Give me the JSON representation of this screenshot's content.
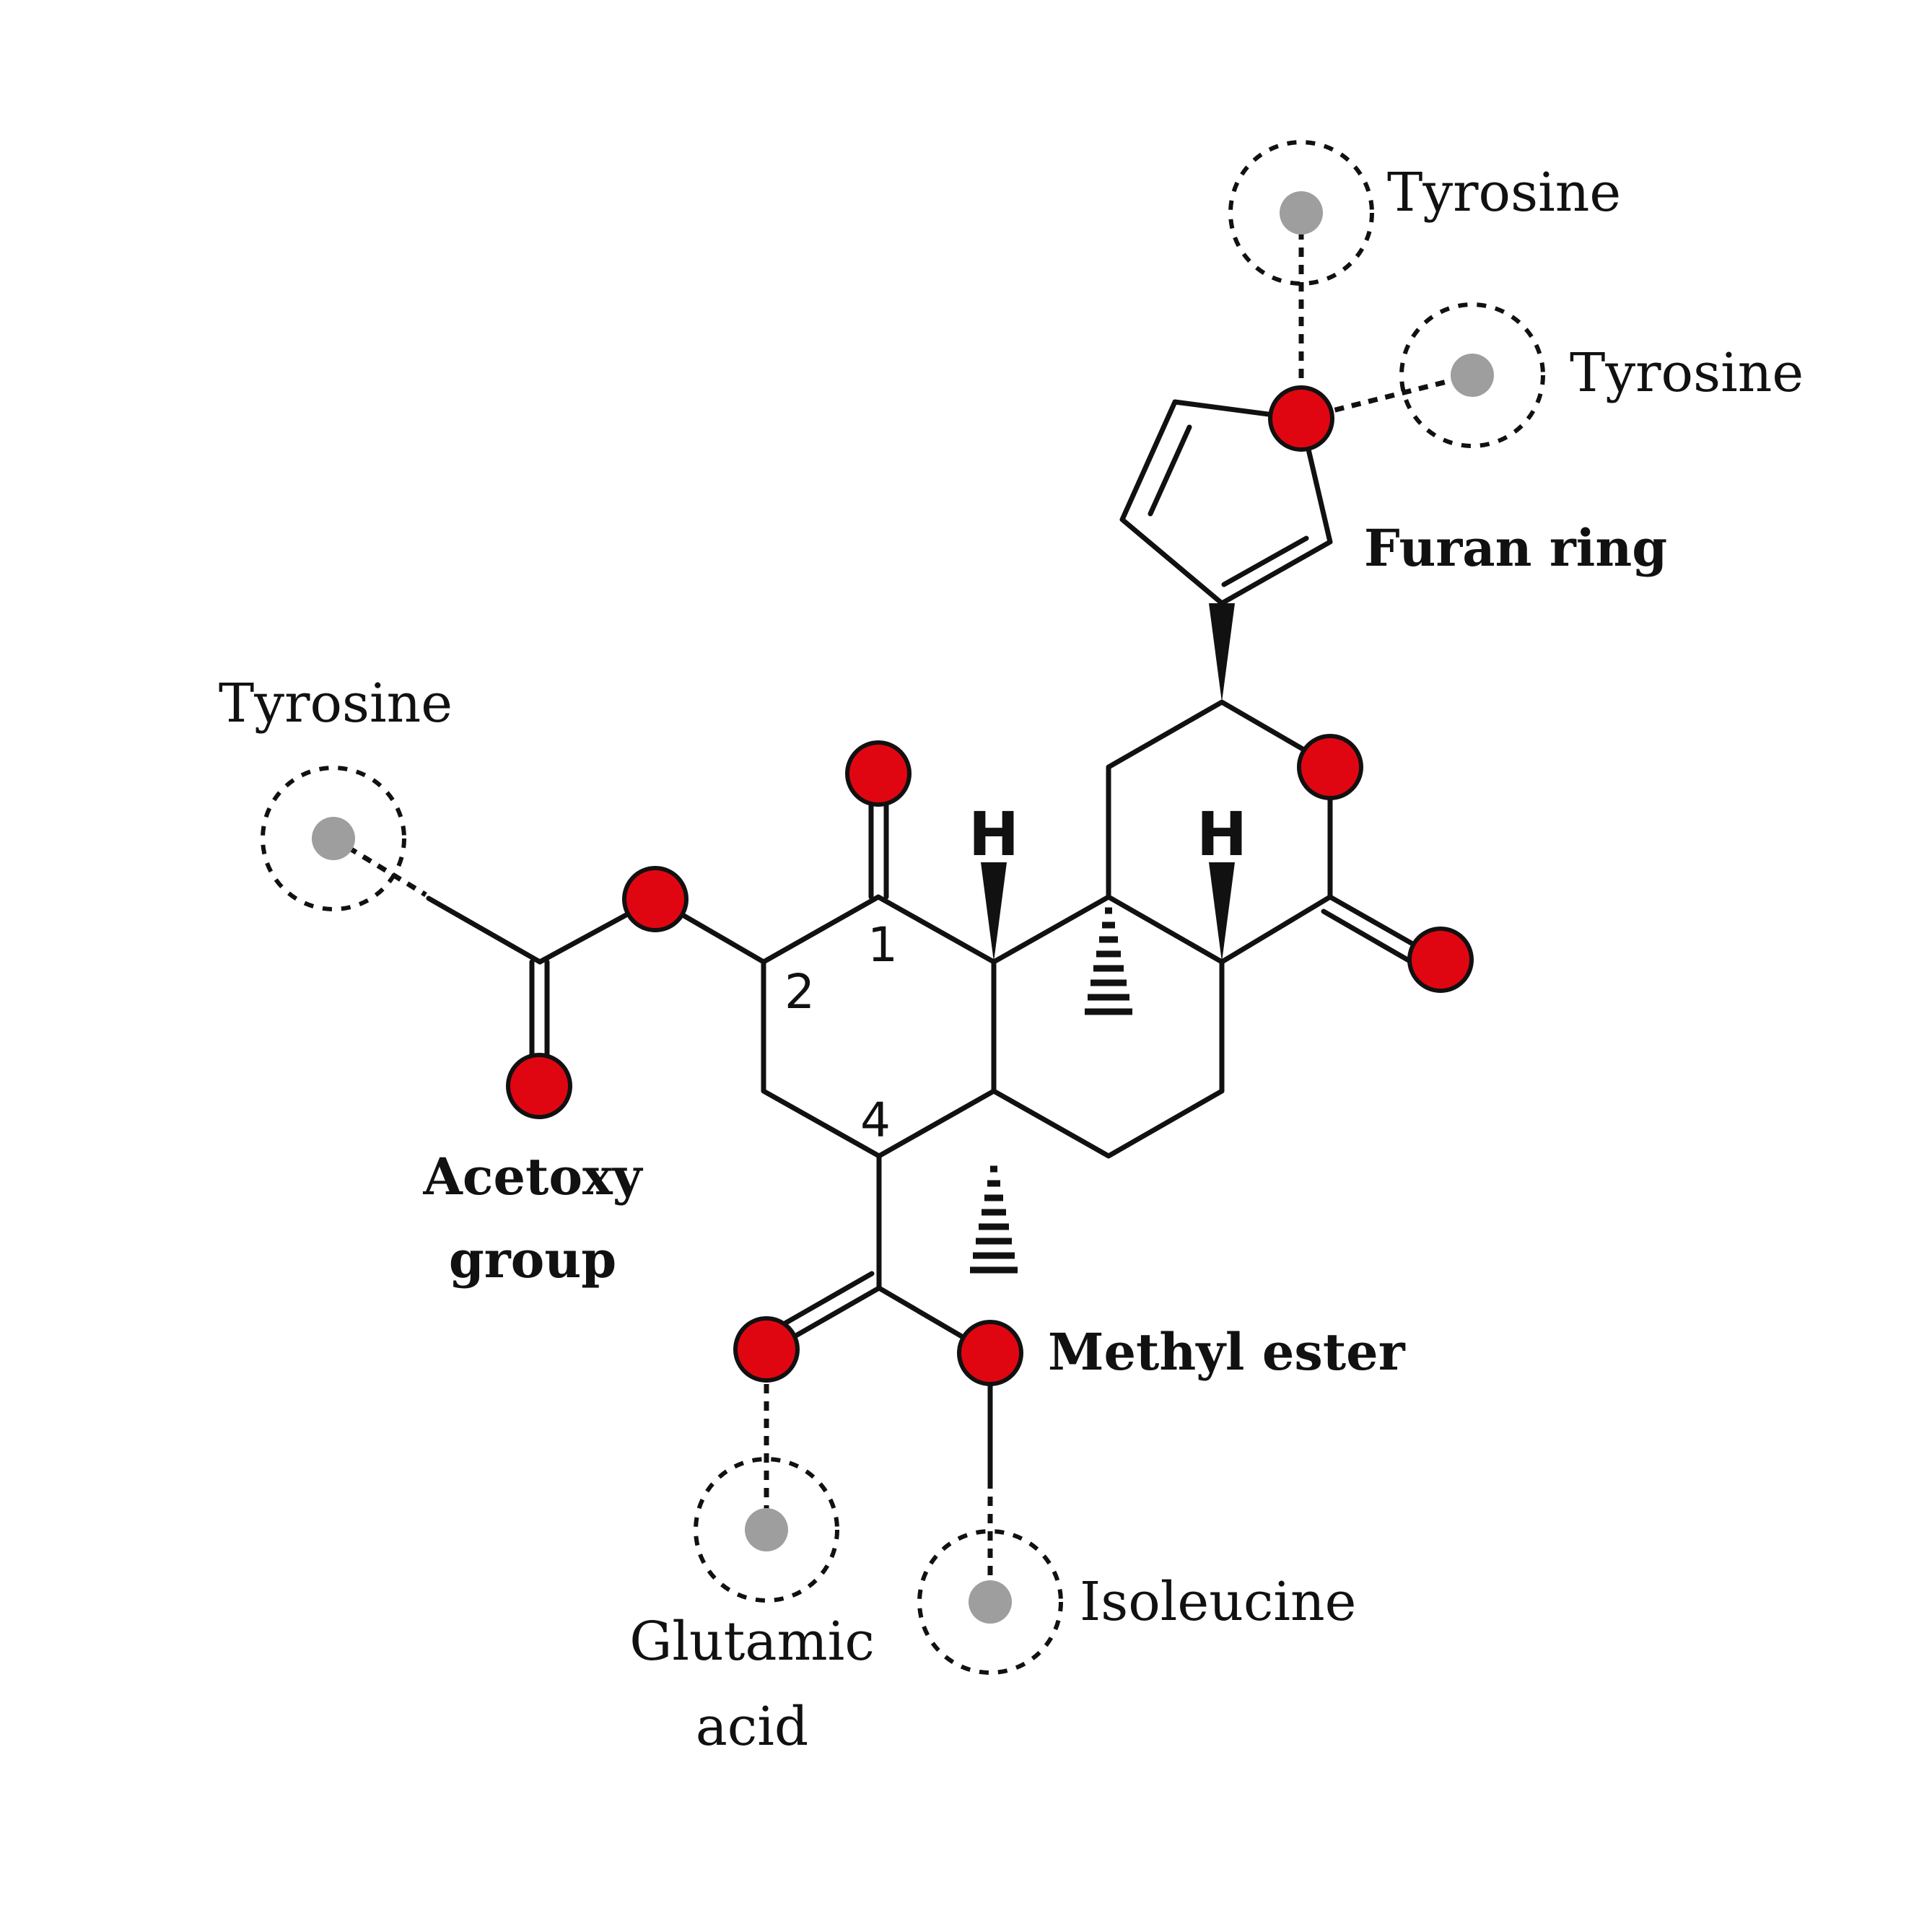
{
  "colors": {
    "oxygen": "#e00611",
    "residue": "#9e9e9e",
    "bond": "#111111",
    "background": "#ffffff"
  },
  "labels": {
    "tyrosine_top": "Tyrosine",
    "tyrosine_right": "Tyrosine",
    "tyrosine_left": "Tyrosine",
    "furan_ring": "Furan ring",
    "acetoxy_line1": "Acetoxy",
    "acetoxy_line2": "group",
    "methyl_ester": "Methyl ester",
    "glutamic_line1": "Glutamic",
    "glutamic_line2": "acid",
    "isoleucine": "Isoleucine"
  },
  "positions": {
    "c1": "1",
    "c2": "2",
    "c4": "4"
  },
  "hydrogens": {
    "h_left": "H",
    "h_right": "H"
  }
}
